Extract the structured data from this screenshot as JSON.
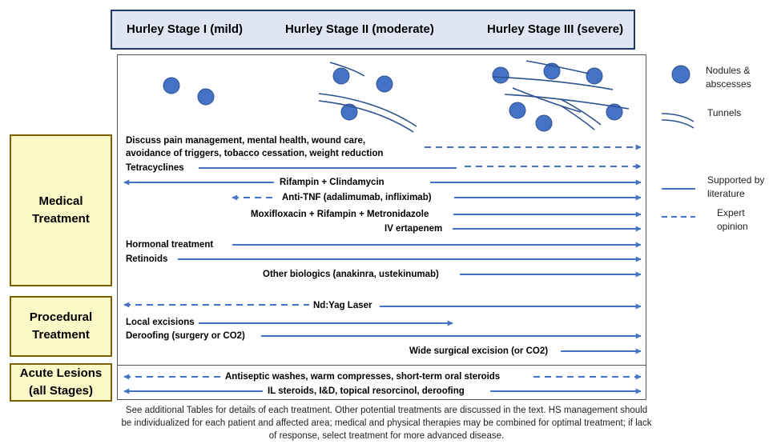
{
  "header": {
    "stage1": "Hurley Stage I (mild)",
    "stage2": "Hurley Stage II (moderate)",
    "stage3": "Hurley Stage III (severe)"
  },
  "sections": {
    "medical": "Medical\nTreatment",
    "procedural": "Procedural\nTreatment",
    "acute": "Acute Lesions\n(all Stages)"
  },
  "treatments": {
    "general": "Discuss pain management, mental health, wound care,\navoidance of triggers,  tobacco cessation, weight reduction",
    "tetracyclines": "Tetracyclines",
    "rifampin_clindamycin": "Rifampin + Clindamycin",
    "anti_tnf": "Anti-TNF (adalimumab, infliximab)",
    "moxifloxacin": "Moxifloxacin + Rifampin + Metronidazole",
    "iv_ertapenem": "IV ertapenem",
    "hormonal": "Hormonal treatment",
    "retinoids": "Retinoids",
    "other_biologics": "Other biologics (anakinra, ustekinumab)",
    "ndyag": "Nd:Yag Laser",
    "local_excisions": "Local excisions",
    "deroofing": "Deroofing (surgery or CO2)",
    "wide_excision": "Wide surgical excision (or CO2)",
    "antiseptic": "Antiseptic washes, warm compresses, short-term oral steroids",
    "il_steroids": "IL steroids, I&D, topical resorcinol, deroofing"
  },
  "legend": {
    "nodules": "Nodules &\nabscesses",
    "tunnels": "Tunnels",
    "supported": "Supported by\nliterature",
    "expert": "Expert\nopinion"
  },
  "footnote": "See additional Tables for details of each treatment. Other potential treatments are discussed in the text. HS management should be individualized for each patient and affected area; medical and physical therapies may be combined for optimal treatment; if lack of response, select treatment for more advanced disease.",
  "colors": {
    "arrow": "#4472c4",
    "node": "#4472c4",
    "header_bg": "#dfe5f3",
    "header_border": "#1f3864",
    "side_bg": "#fdf8c8",
    "side_border": "#7f6000"
  }
}
